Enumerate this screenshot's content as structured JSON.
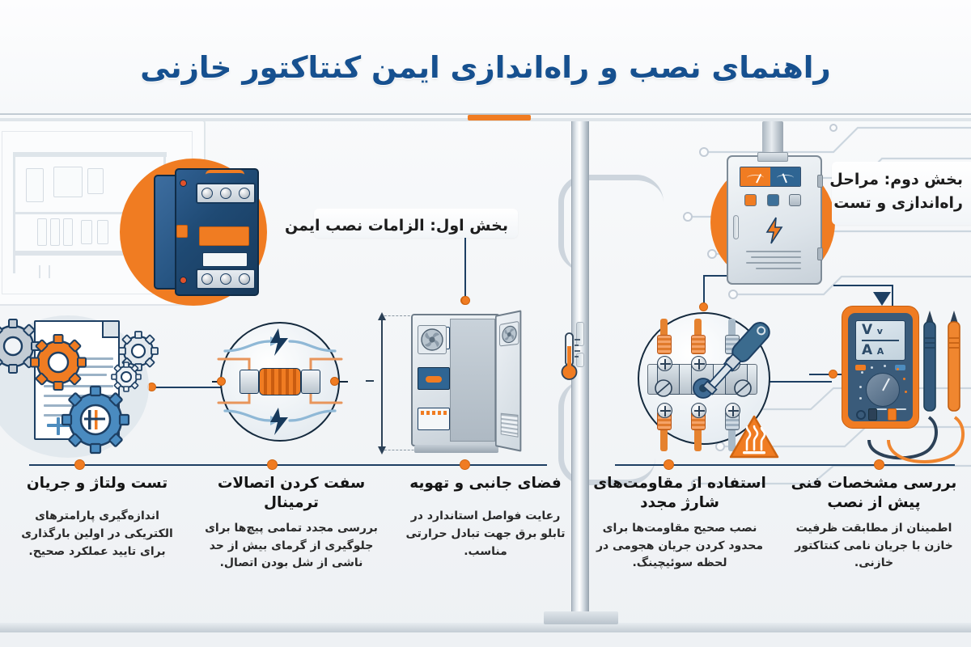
{
  "title": "راهنمای نصب و راه‌اندازی ایمن کنتاکتور خازنی",
  "sections": {
    "one_label": "بخش اول: الزامات نصب ایمن",
    "two_label": "بخش دوم: مراحل راه‌اندازی و تست"
  },
  "colors": {
    "brand_blue": "#16508f",
    "accent_orange": "#f07c22",
    "dark_navy": "#1d3f63",
    "panel_gray": "#dbe2e8",
    "background": "#f4f6f8"
  },
  "cards": [
    {
      "id": "card-specs",
      "title": "بررسی مشخصات فنی پیش از نصب",
      "body": "اطمینان از مطابقت ظرفیت خازن با جریان نامی کنتاکتور خازنی.",
      "icon": "document-gears-icon"
    },
    {
      "id": "card-resistors",
      "title": "استفاده از مقاومت‌های شارژ مجدد",
      "body": "نصب صحیح مقاومت‌ها برای محدود کردن جریان هجومی در لحظه سوئیچینگ.",
      "icon": "resistor-icon"
    },
    {
      "id": "card-ventilation",
      "title": "فضای جانبی و تهویه",
      "body": "رعایت فواصل استاندارد در تابلو برق جهت تبادل حرارتی مناسب.",
      "icon": "cabinet-icon"
    },
    {
      "id": "card-terminals",
      "title": "سفت کردن اتصالات ترمینال",
      "body": "بررسی مجدد تمامی پیچ‌ها برای جلوگیری از گرمای بیش از حد ناشی از شل بودن اتصال.",
      "icon": "terminal-screwdriver-icon"
    },
    {
      "id": "card-testing",
      "title": "تست ولتاژ و جریان",
      "body": "اندازه‌گیری پارامترهای الکتریکی در اولین بارگذاری برای تایید عملکرد صحیح.",
      "icon": "multimeter-icon"
    }
  ],
  "illustrations": {
    "contactor": {
      "name": "capacitor-contactor-icon"
    },
    "control_panel": {
      "name": "control-panel-cabinet-icon"
    },
    "multimeter": {
      "name": "digital-multimeter-icon",
      "screen_volt_big": "V",
      "screen_volt_small": "v",
      "screen_amp_big": "A",
      "screen_amp_small": "A"
    },
    "warning": {
      "name": "hot-surface-warning-icon"
    },
    "thermometer": {
      "name": "thermometer-icon"
    }
  }
}
